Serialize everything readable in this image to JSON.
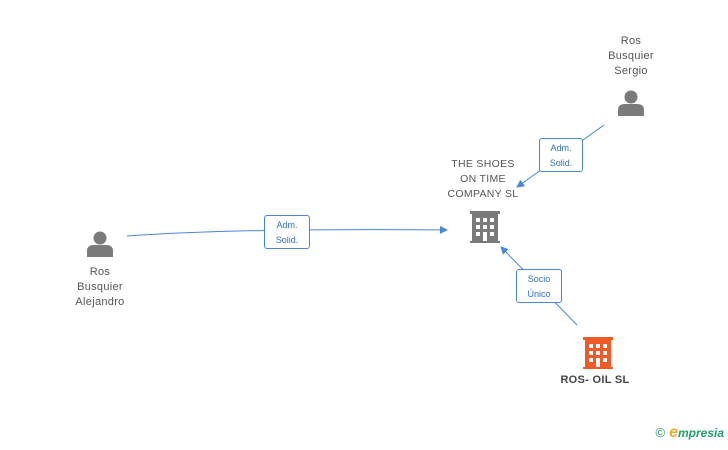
{
  "nodes": {
    "sergio": [
      "Ros",
      "Busquier",
      "Sergio"
    ],
    "alejandro": [
      "Ros",
      "Busquier",
      "Alejandro"
    ],
    "shoes": [
      "THE SHOES",
      "ON TIME",
      "COMPANY SL"
    ],
    "rosoil": "ROS- OIL SL"
  },
  "edges": {
    "adm1": [
      "Adm.",
      "Solid."
    ],
    "adm2": [
      "Adm.",
      "Solid."
    ],
    "socio": [
      "Socio",
      "Único"
    ]
  },
  "colors": {
    "edge": "#4a87d8",
    "person": "#7a7a7a",
    "company": "#7a7a7a",
    "company_highlight": "#f05a28"
  },
  "watermark": {
    "copyright": "©",
    "brand_first": "e",
    "brand_rest": "mpresia"
  }
}
